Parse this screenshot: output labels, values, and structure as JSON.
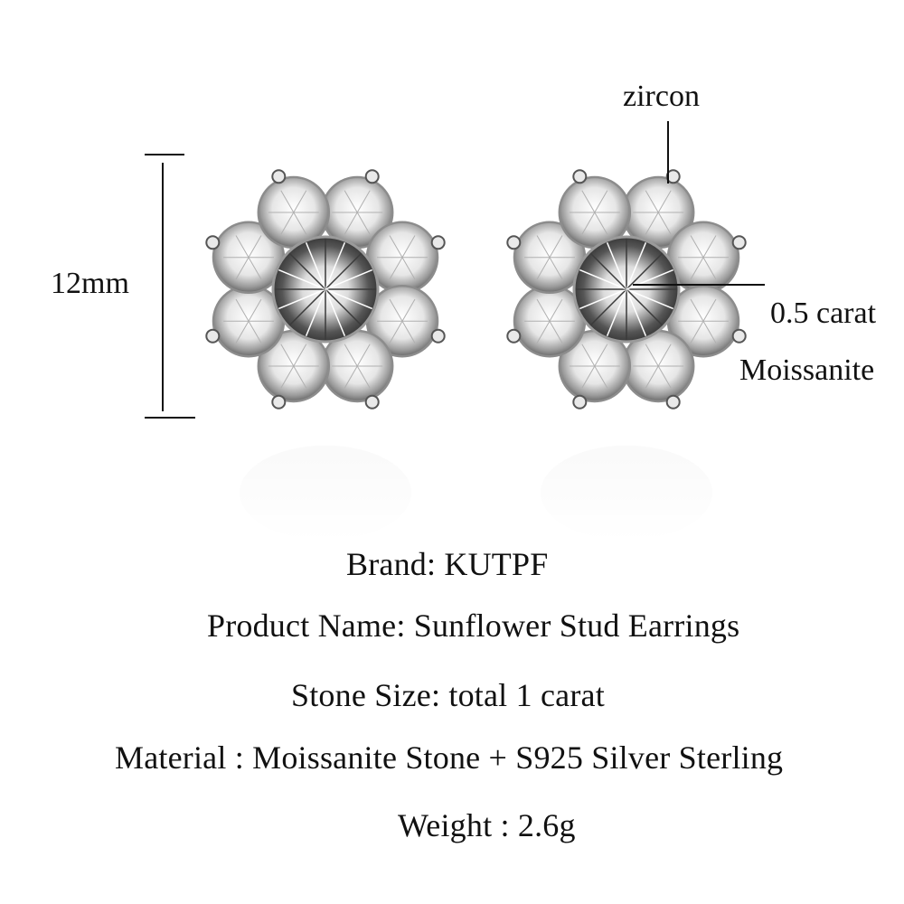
{
  "annotations": {
    "dimension": "12mm",
    "zircon": "zircon",
    "carat": "0.5 carat",
    "center_stone": "Moissanite"
  },
  "specs": {
    "brand": "Brand: KUTPF",
    "product_name": "Product Name: Sunflower Stud Earrings",
    "stone_size": "Stone Size: total 1 carat",
    "material": "Material : Moissanite Stone + S925 Silver Sterling",
    "weight": "Weight : 2.6g"
  }
}
